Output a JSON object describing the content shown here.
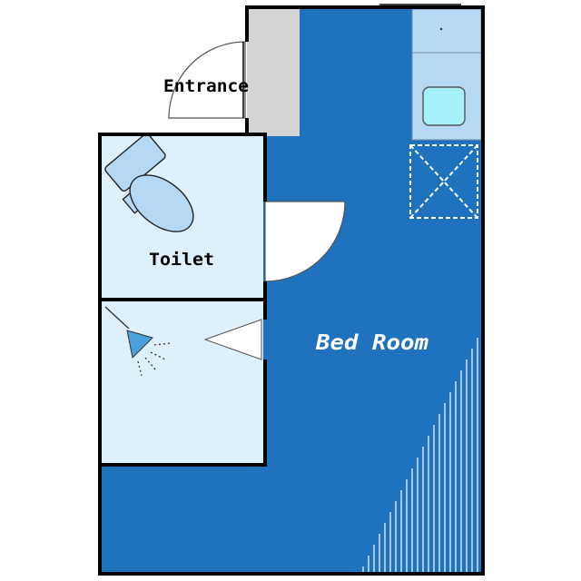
{
  "rooms": {
    "entrance": {
      "label": "Entrance"
    },
    "toilet": {
      "label": "Toilet"
    },
    "bedroom": {
      "label": "Bed Room"
    }
  },
  "colors": {
    "wall": "#000000",
    "bedroom_floor": "#1e72be",
    "wet_area_floor": "#ddf0fc",
    "genkan_floor": "#d4d4d4",
    "kitchen_fixture": "#b5d9f4",
    "sink_basin": "#a6f0f8",
    "light_text": "#ffffff",
    "dark_text": "#000000"
  },
  "icons": {
    "toilet": "toilet-icon",
    "shower": "shower-icon",
    "sink": "sink-icon",
    "fridge_space": "refrigerator-space-icon"
  }
}
